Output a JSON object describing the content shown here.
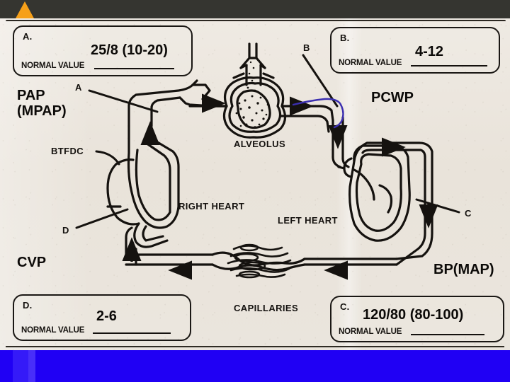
{
  "slide": {
    "background_color": "#ece7e0",
    "top_bar_color": "#353530",
    "bottom_bar_color": "#2000f4",
    "accent_triangle_color": "#f6a019"
  },
  "value_boxes": [
    {
      "letter": "A.",
      "normal_value_label": "NORMAL VALUE",
      "value": "25/8 (10-20)"
    },
    {
      "letter": "B.",
      "normal_value_label": "NORMAL VALUE",
      "value": "4-12"
    },
    {
      "letter": "C.",
      "normal_value_label": "NORMAL VALUE",
      "value": "120/80 (80-100)"
    },
    {
      "letter": "D.",
      "normal_value_label": "NORMAL VALUE",
      "value": "2-6"
    }
  ],
  "parameters": [
    {
      "name": "pap",
      "text": "PAP\n(MPAP)"
    },
    {
      "name": "pcwp",
      "text": "PCWP"
    },
    {
      "name": "cvp",
      "text": "CVP"
    },
    {
      "name": "bp_map",
      "text": "BP(MAP)"
    }
  ],
  "diagram": {
    "labels": [
      {
        "name": "alveolus",
        "text": "ALVEOLUS"
      },
      {
        "name": "right-heart",
        "text": "RIGHT HEART"
      },
      {
        "name": "left-heart",
        "text": "LEFT HEART"
      },
      {
        "name": "capillaries",
        "text": "CAPILLARIES"
      },
      {
        "name": "btfdc",
        "text": "BTFDC"
      }
    ],
    "pointer_letters": [
      {
        "name": "pointer-a",
        "text": "A"
      },
      {
        "name": "pointer-b",
        "text": "B"
      },
      {
        "name": "pointer-c",
        "text": "C"
      },
      {
        "name": "pointer-d",
        "text": "D"
      }
    ],
    "ink_annotation_color": "#3b2fb0",
    "line_color": "#15120f"
  }
}
